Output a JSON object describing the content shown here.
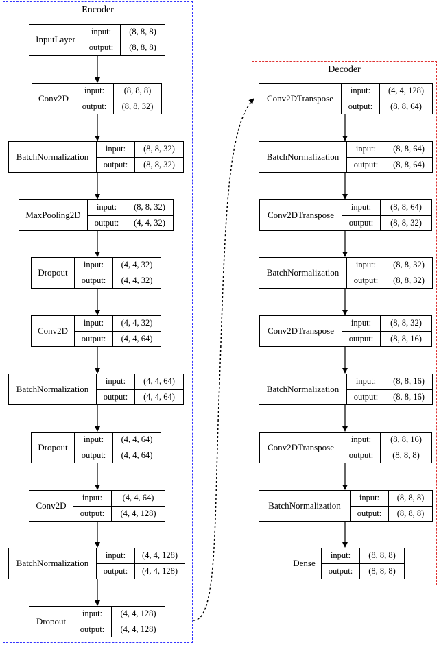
{
  "encoder": {
    "title": "Encoder",
    "color": "#3333ff",
    "layers": [
      {
        "name": "InputLayer",
        "input": "(8, 8, 8)",
        "output": "(8, 8, 8)"
      },
      {
        "name": "Conv2D",
        "input": "(8, 8, 8)",
        "output": "(8, 8, 32)"
      },
      {
        "name": "BatchNormalization",
        "input": "(8, 8, 32)",
        "output": "(8, 8, 32)"
      },
      {
        "name": "MaxPooling2D",
        "input": "(8, 8, 32)",
        "output": "(4, 4, 32)"
      },
      {
        "name": "Dropout",
        "input": "(4, 4, 32)",
        "output": "(4, 4, 32)"
      },
      {
        "name": "Conv2D",
        "input": "(4, 4, 32)",
        "output": "(4, 4, 64)"
      },
      {
        "name": "BatchNormalization",
        "input": "(4, 4, 64)",
        "output": "(4, 4, 64)"
      },
      {
        "name": "Dropout",
        "input": "(4, 4, 64)",
        "output": "(4, 4, 64)"
      },
      {
        "name": "Conv2D",
        "input": "(4, 4, 64)",
        "output": "(4, 4, 128)"
      },
      {
        "name": "BatchNormalization",
        "input": "(4, 4, 128)",
        "output": "(4, 4, 128)"
      },
      {
        "name": "Dropout",
        "input": "(4, 4, 128)",
        "output": "(4, 4, 128)"
      }
    ]
  },
  "decoder": {
    "title": "Decoder",
    "color": "#e03030",
    "layers": [
      {
        "name": "Conv2DTranspose",
        "input": "(4, 4, 128)",
        "output": "(8, 8, 64)"
      },
      {
        "name": "BatchNormalization",
        "input": "(8, 8, 64)",
        "output": "(8, 8, 64)"
      },
      {
        "name": "Conv2DTranspose",
        "input": "(8, 8, 64)",
        "output": "(8, 8, 32)"
      },
      {
        "name": "BatchNormalization",
        "input": "(8, 8, 32)",
        "output": "(8, 8, 32)"
      },
      {
        "name": "Conv2DTranspose",
        "input": "(8, 8, 32)",
        "output": "(8, 8, 16)"
      },
      {
        "name": "BatchNormalization",
        "input": "(8, 8, 16)",
        "output": "(8, 8, 16)"
      },
      {
        "name": "Conv2DTranspose",
        "input": "(8, 8, 16)",
        "output": "(8, 8, 8)"
      },
      {
        "name": "BatchNormalization",
        "input": "(8, 8, 8)",
        "output": "(8, 8, 8)"
      },
      {
        "name": "Dense",
        "input": "(8, 8, 8)",
        "output": "(8, 8, 8)"
      }
    ]
  },
  "port_labels": {
    "input": "input:",
    "output": "output:"
  }
}
